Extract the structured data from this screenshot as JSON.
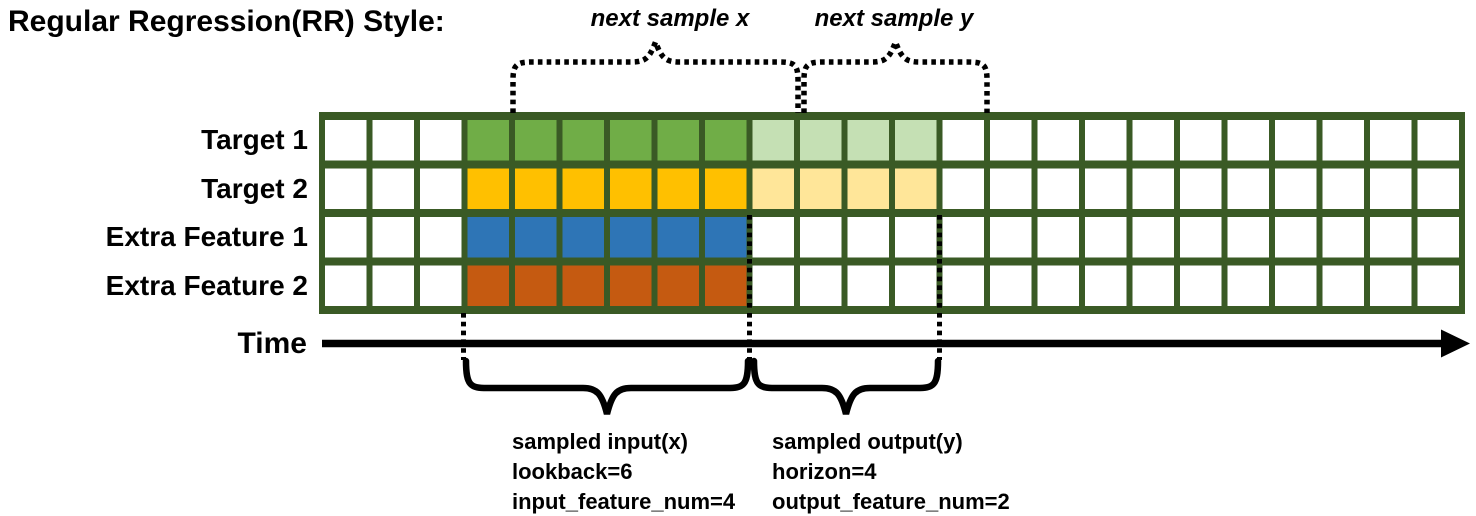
{
  "title": "Regular Regression(RR) Style:",
  "rows": [
    {
      "label": "Target 1",
      "input_color": "#70ad47",
      "output_color": "#c5e0b4"
    },
    {
      "label": "Target 2",
      "input_color": "#ffc000",
      "output_color": "#ffe699"
    },
    {
      "label": "Extra Feature 1",
      "input_color": "#2e75b6",
      "output_color": null
    },
    {
      "label": "Extra Feature 2",
      "input_color": "#c55a11",
      "output_color": null
    }
  ],
  "grid": {
    "columns": 24,
    "input_start_col": 3,
    "lookback": 6,
    "horizon": 4,
    "empty_fill": "#ffffff",
    "border_color": "#3a5a25"
  },
  "annotations": {
    "next_sample_x": "next sample x",
    "next_sample_y": "next sample y",
    "time_label": "Time",
    "sampled_input_lines": [
      "sampled input(x)",
      "lookback=6",
      "input_feature_num=4"
    ],
    "sampled_output_lines": [
      "sampled output(y)",
      "horizon=4",
      "output_feature_num=2"
    ]
  }
}
